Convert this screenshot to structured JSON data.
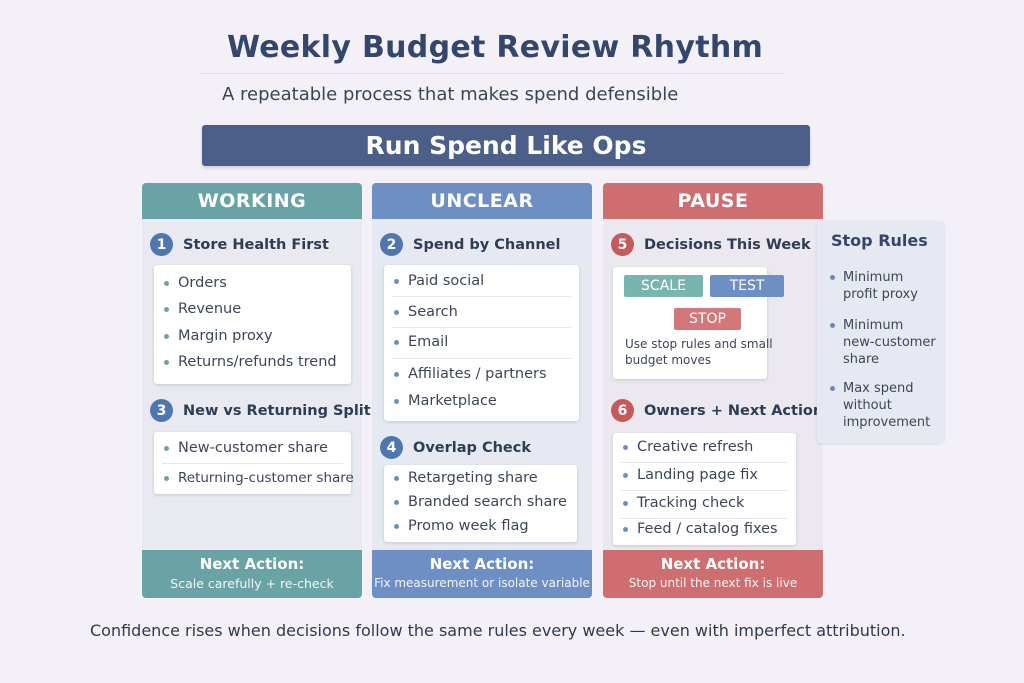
{
  "title": "Weekly Budget Review Rhythm",
  "subtitle": "A repeatable process that makes spend defensible",
  "banner": "Run Spend Like Ops",
  "columns": {
    "working": {
      "header": "WORKING",
      "accent": "#6aa3a5",
      "s1": {
        "num": "1",
        "title": "Store Health First",
        "items": [
          "Orders",
          "Revenue",
          "Margin proxy",
          "Returns/refunds trend"
        ]
      },
      "s2": {
        "num": "3",
        "title": "New vs Returning Split",
        "items": [
          "New-customer share",
          "Returning-customer share"
        ]
      },
      "next_label": "Next Action:",
      "next_text": "Scale carefully + re-check"
    },
    "unclear": {
      "header": "UNCLEAR",
      "accent": "#6d8fc4",
      "s1": {
        "num": "2",
        "title": "Spend by Channel",
        "items": [
          "Paid social",
          "Search",
          "Email",
          "Affiliates / partners",
          "Marketplace"
        ]
      },
      "s2": {
        "num": "4",
        "title": "Overlap Check",
        "items": [
          "Retargeting share",
          "Branded search share",
          "Promo week flag"
        ]
      },
      "next_label": "Next Action:",
      "next_text": "Fix measurement or isolate variable"
    },
    "pause": {
      "header": "PAUSE",
      "accent": "#cf6e70",
      "s1": {
        "num": "5",
        "title": "Decisions This Week",
        "scale": "SCALE",
        "test": "TEST",
        "stop": "STOP",
        "note": "Use stop rules and small budget moves"
      },
      "s2": {
        "num": "6",
        "title": "Owners + Next Actions",
        "items": [
          "Creative refresh",
          "Landing page fix",
          "Tracking check",
          "Feed / catalog fixes"
        ]
      },
      "next_label": "Next Action:",
      "next_text": "Stop until the next fix is live"
    }
  },
  "stop_rules": {
    "title": "Stop Rules",
    "items": [
      "Minimum profit proxy",
      "Minimum new-customer share",
      "Max spend without improvement"
    ]
  },
  "footer": "Confidence rises when decisions follow the same rules every week — even with imperfect attribution."
}
